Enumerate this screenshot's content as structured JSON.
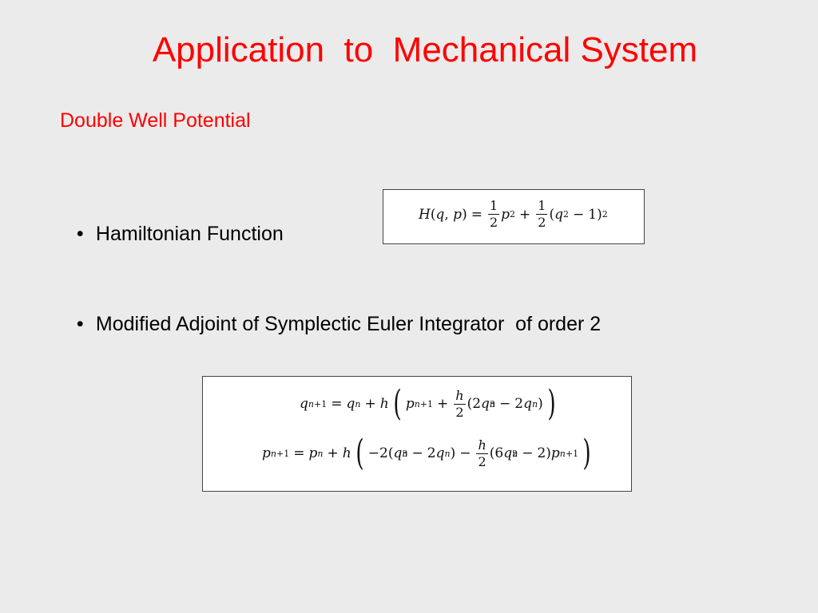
{
  "slide": {
    "title": "Application  to  Mechanical System",
    "subtitle": "Double Well Potential",
    "bullets": [
      {
        "symbol": "•",
        "text": "Hamiltonian Function"
      },
      {
        "symbol": "•",
        "text": "Modified Adjoint of Symplectic Euler Integrator  of order 2"
      }
    ]
  },
  "equations": {
    "hamiltonian": "H(q, p) = 1/2 p^2 + 1/2 (q^2 − 1)^2",
    "q_update": "q_{n+1} = q_n + h ( p_{n+1} + h/2 (2q_n^3 − 2q_n) )",
    "p_update": "p_{n+1} = p_n + h ( −2(q_n^3 − 2q_n) − h/2 (6q_n^2 − 2) p_{n+1} )"
  }
}
